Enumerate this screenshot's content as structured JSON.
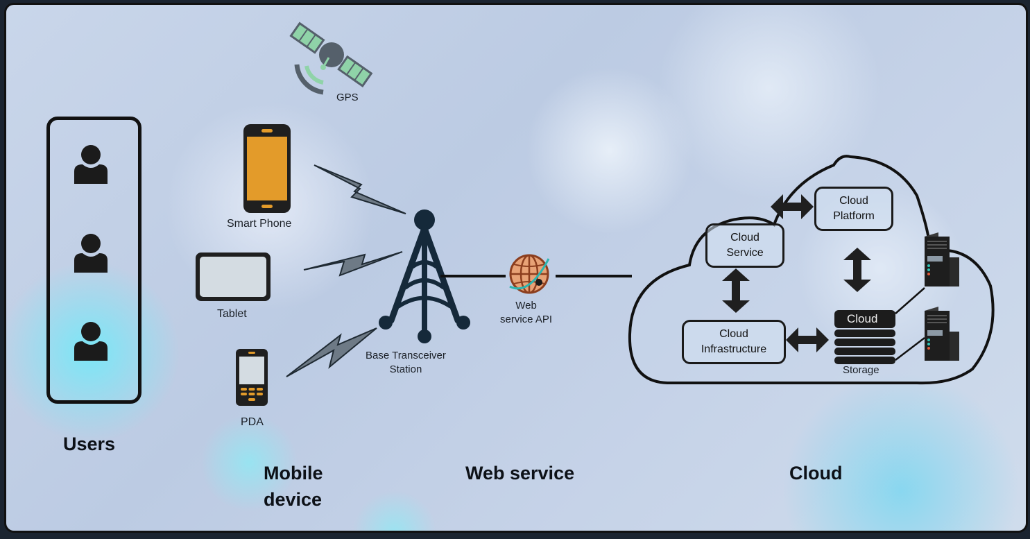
{
  "diagram": {
    "title": "Mobile cloud computing architecture",
    "sections": {
      "users": "Users",
      "mobile_device": "Mobile device",
      "web_service": "Web service",
      "cloud": "Cloud"
    },
    "mobile_device_line1": "Mobile",
    "mobile_device_line2": "device",
    "gps": {
      "label": "GPS",
      "icon": "satellite-icon"
    },
    "users": [
      {
        "icon": "user-icon"
      },
      {
        "icon": "user-icon"
      },
      {
        "icon": "user-icon"
      }
    ],
    "devices": [
      {
        "label": "Smart Phone",
        "icon": "smartphone-icon",
        "color": "#E39B2A"
      },
      {
        "label": "Tablet",
        "icon": "tablet-icon",
        "color": "#D4DCE2"
      },
      {
        "label": "PDA",
        "icon": "pda-icon",
        "color": "#E39B2A"
      }
    ],
    "tower": {
      "label_line1": "Base Transceiver",
      "label_line2": "Station",
      "icon": "cell-tower-icon",
      "color": "#15293A"
    },
    "api": {
      "label_line1": "Web",
      "label_line2": "service API",
      "icon": "globe-icon",
      "color": "#E8A276"
    },
    "cloud_components": {
      "platform": {
        "line1": "Cloud",
        "line2": "Platform"
      },
      "service": {
        "line1": "Cloud",
        "line2": "Service"
      },
      "infrastructure": {
        "line1": "Cloud",
        "line2": "Infrastructure"
      },
      "storage": {
        "db_label": "Cloud",
        "caption": "Storage",
        "icon": "database-icon"
      },
      "servers": [
        {
          "icon": "server-icon"
        },
        {
          "icon": "server-icon"
        }
      ]
    },
    "colors": {
      "outline": "#111111",
      "lightning": "#6E7A86",
      "satellite_panel": "#8FD3A8",
      "satellite_body": "#55606B"
    }
  }
}
